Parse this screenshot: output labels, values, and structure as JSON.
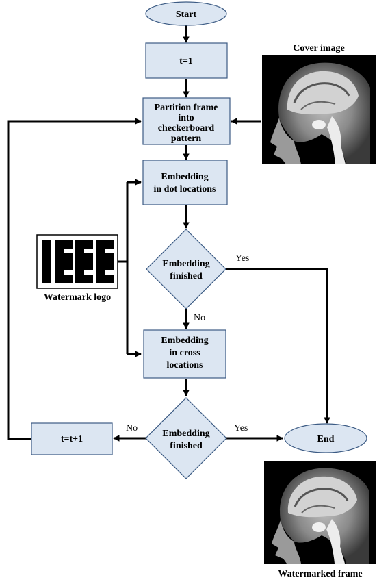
{
  "nodes": {
    "start": "Start",
    "init": "t=1",
    "partition": [
      "Partition frame",
      "into",
      "checkerboard",
      "pattern"
    ],
    "embed_dot": [
      "Embedding",
      "in dot locations"
    ],
    "check1": [
      "Embedding",
      "finished"
    ],
    "embed_cross": [
      "Embedding",
      "in cross",
      "locations"
    ],
    "check2": [
      "Embedding",
      "finished"
    ],
    "increment": "t=t+1",
    "end": "End"
  },
  "edge_labels": {
    "check1_yes": "Yes",
    "check1_no": "No",
    "check2_yes": "Yes",
    "check2_no": "No"
  },
  "captions": {
    "cover_image": "Cover image",
    "watermark_logo": "Watermark logo",
    "watermarked_frame": "Watermarked frame"
  },
  "logo": {
    "text": "IEEE"
  },
  "colors": {
    "node_fill": "#dce6f2",
    "node_stroke": "#3c5b84",
    "arrow": "#000000"
  }
}
